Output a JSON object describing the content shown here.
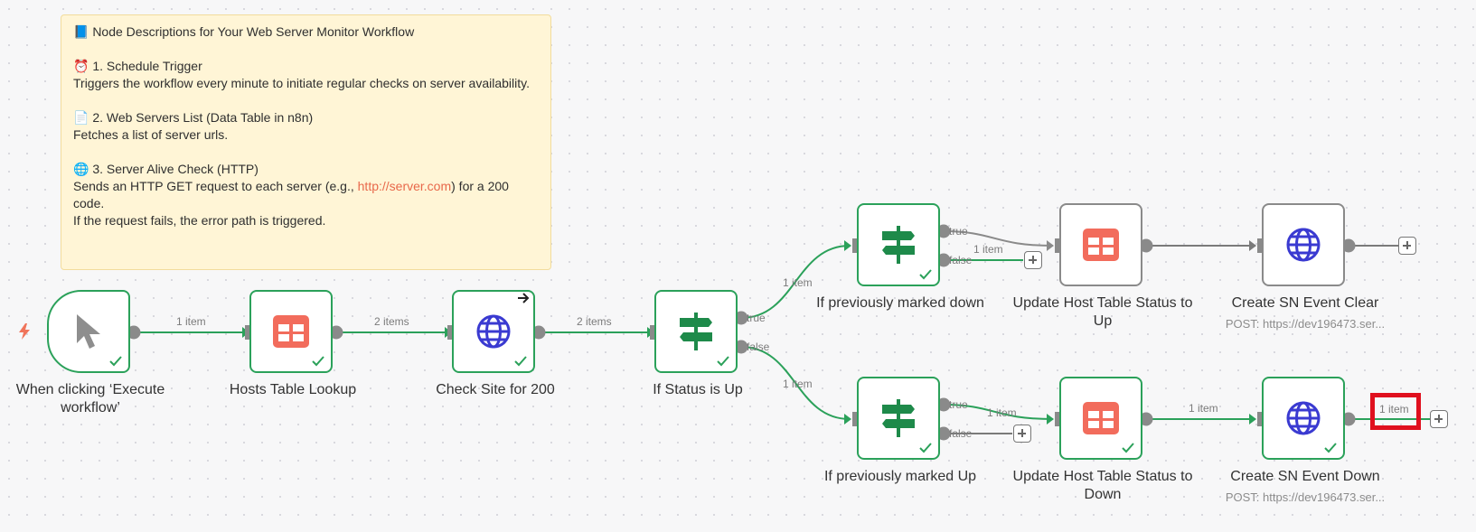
{
  "note": {
    "lines": [
      "📘 Node Descriptions for Your Web Server Monitor Workflow",
      "",
      "⏰ 1. Schedule Trigger",
      "Triggers the workflow every minute to initiate regular checks on server availability.",
      "",
      "📄 2. Web Servers List (Data Table in n8n)",
      "Fetches a list of server urls.",
      "",
      "🌐 3. Server Alive Check (HTTP)"
    ],
    "send_prefix": "Sends an HTTP GET request to each server (e.g., ",
    "send_link": "http://server.com",
    "send_suffix": ") for a 200 code.",
    "error_line": "If the request fails, the error path is triggered."
  },
  "nodes": {
    "trigger": {
      "label": "When clicking ‘Execute workflow’"
    },
    "hosts": {
      "label": "Hosts Table Lookup"
    },
    "check": {
      "label": "Check Site for 200"
    },
    "ifup": {
      "label": "If Status is Up"
    },
    "prevdown": {
      "label": "If previously marked down"
    },
    "prevup": {
      "label": "If previously marked Up"
    },
    "updup": {
      "label": "Update Host Table Status to Up"
    },
    "upddown": {
      "label": "Update Host Table Status to Down"
    },
    "clear": {
      "label": "Create SN Event Clear",
      "sub": "POST: https://dev196473.ser..."
    },
    "down": {
      "label": "Create SN Event Down",
      "sub": "POST: https://dev196473.ser..."
    }
  },
  "wires": {
    "w1": "1 item",
    "w2": "2 items",
    "w3": "2 items",
    "w4": "1 item",
    "w5": "1 item",
    "w6": "1 item",
    "w7": "1 item",
    "w8": "1 item",
    "w9": "1 item",
    "true": "true",
    "false": "false"
  },
  "colors": {
    "green": "#2ba15a",
    "gray": "#8a8a8a",
    "table": "#f26c5c",
    "globe": "#3a3ad1",
    "highlight": "#e0101e"
  }
}
